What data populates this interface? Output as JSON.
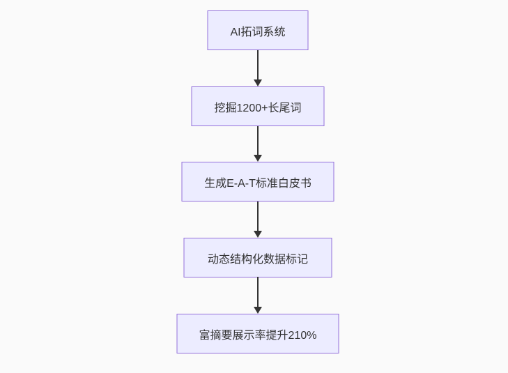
{
  "diagram": {
    "type": "flowchart",
    "direction": "top-down",
    "background_color": "#fafafa",
    "node_fill_color": "#ececff",
    "node_border_color": "#9370db",
    "text_color": "#333333",
    "arrow_color": "#333333",
    "nodes": [
      {
        "id": "n0",
        "label": "AI拓词系统"
      },
      {
        "id": "n1",
        "label": "挖掘1200+长尾词"
      },
      {
        "id": "n2",
        "label": "生成E-A-T标准白皮书"
      },
      {
        "id": "n3",
        "label": "动态结构化数据标记"
      },
      {
        "id": "n4",
        "label": "富摘要展示率提升210%"
      }
    ],
    "edges": [
      {
        "from": "n0",
        "to": "n1",
        "style": "arrow-down"
      },
      {
        "from": "n1",
        "to": "n2",
        "style": "arrow-down"
      },
      {
        "from": "n2",
        "to": "n3",
        "style": "arrow-down"
      },
      {
        "from": "n3",
        "to": "n4",
        "style": "arrow-down"
      }
    ]
  }
}
